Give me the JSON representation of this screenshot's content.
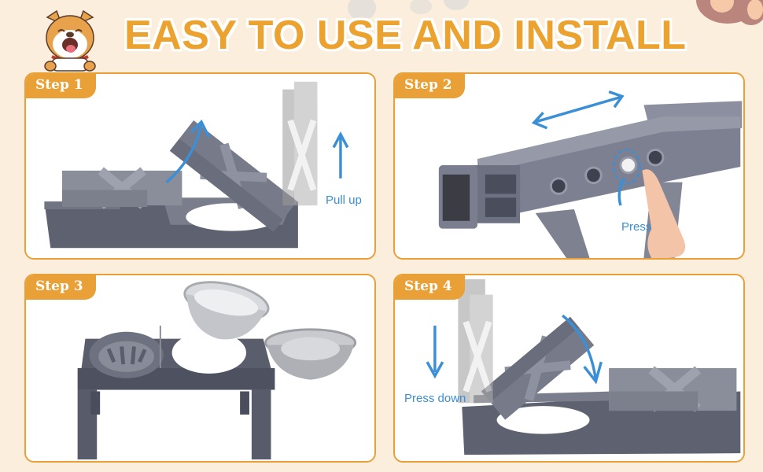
{
  "header": {
    "title": "EASY TO USE AND INSTALL",
    "mascot": "shiba-dog-mascot"
  },
  "colors": {
    "background": "#fbeedd",
    "accent": "#e9a036",
    "title": "#eca22e",
    "arrow": "#3a8fd6",
    "product": "#6b6f7d"
  },
  "steps": [
    {
      "label": "Step 1",
      "caption": "Pull up",
      "illustration": "fold-legs-up"
    },
    {
      "label": "Step 2",
      "caption": "Press",
      "illustration": "adjust-leg-length-button"
    },
    {
      "label": "Step 3",
      "caption": "",
      "illustration": "insert-bowls"
    },
    {
      "label": "Step 4",
      "caption": "Press down",
      "illustration": "fold-legs-down"
    }
  ]
}
